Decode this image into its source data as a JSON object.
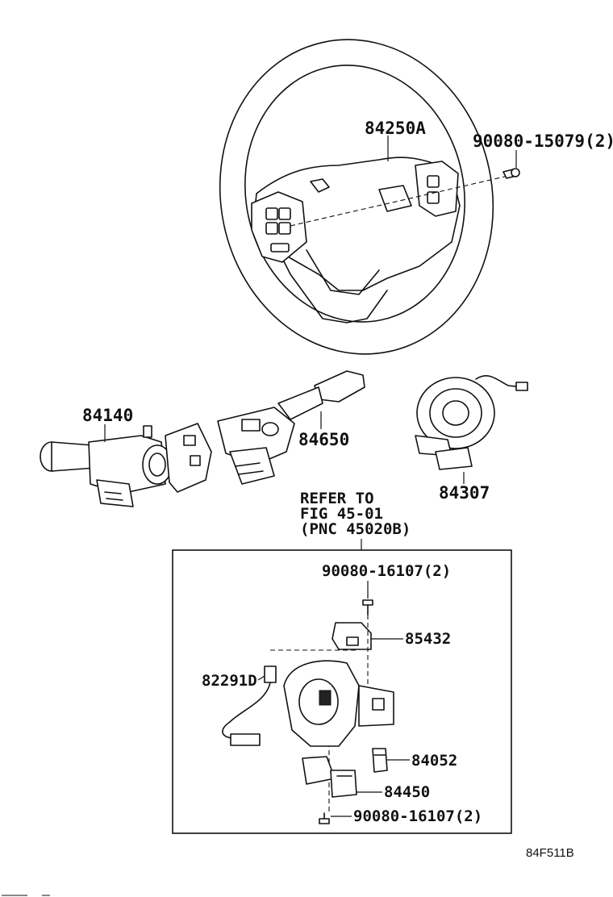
{
  "parts": {
    "steering_wheel": "84250A",
    "screw_top": "90080-15079(2)",
    "combo_switch_left": "84140",
    "wiper_switch": "84650",
    "spiral_cable": "84307",
    "refer": [
      "REFER TO",
      "FIG 45-01",
      "(PNC 45020B)"
    ],
    "screw_upper": "90080-16107(2)",
    "switch_85432": "85432",
    "sensor_82291d": "82291D",
    "part_84052": "84052",
    "part_84450": "84450",
    "screw_lower": "90080-16107(2)"
  },
  "figure_code": "84F511B"
}
